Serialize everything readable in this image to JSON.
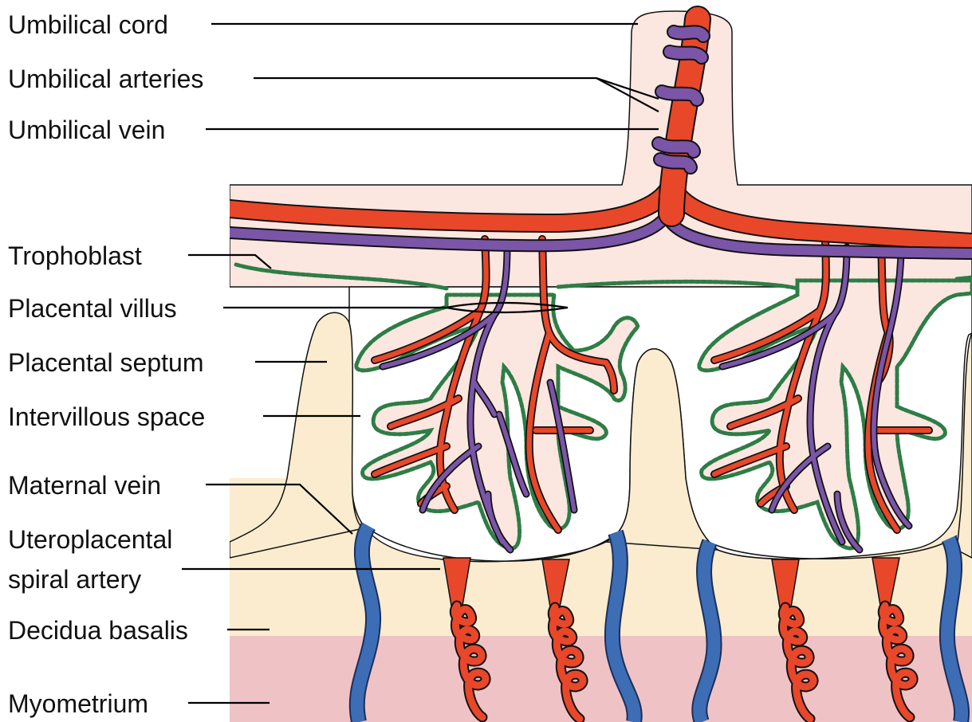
{
  "labels": {
    "umbilical_cord": "Umbilical cord",
    "umbilical_arteries": "Umbilical arteries",
    "umbilical_vein": "Umbilical vein",
    "trophoblast": "Trophoblast",
    "placental_villus": "Placental villus",
    "placental_septum": "Placental septum",
    "intervillous_space": "Intervillous space",
    "maternal_vein": "Maternal vein",
    "uteroplacental_line1": "Uteroplacental",
    "uteroplacental_line2": "spiral artery",
    "decidua_basalis": "Decidua basalis",
    "myometrium": "Myometrium"
  },
  "colors": {
    "artery_red": "#e8472a",
    "vein_purple": "#7b55a8",
    "maternal_vein_blue": "#3d6db5",
    "tissue_pink": "#fbe6e0",
    "decidua_cream": "#fbecd0",
    "myometrium_pink": "#efc3c6",
    "trophoblast_green": "#2e7d46"
  }
}
